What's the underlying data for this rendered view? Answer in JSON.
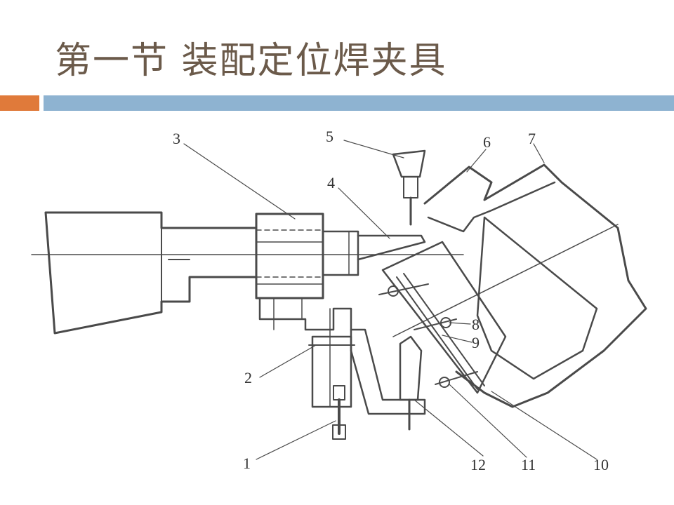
{
  "slide": {
    "title": "第一节  装配定位焊夹具",
    "accent_color": "#e07a3a",
    "bar_color": "#8eb3d1",
    "title_color": "#6b5a4a"
  },
  "diagram": {
    "callouts": [
      "1",
      "2",
      "3",
      "4",
      "5",
      "6",
      "7",
      "8",
      "9",
      "10",
      "11",
      "12"
    ]
  }
}
